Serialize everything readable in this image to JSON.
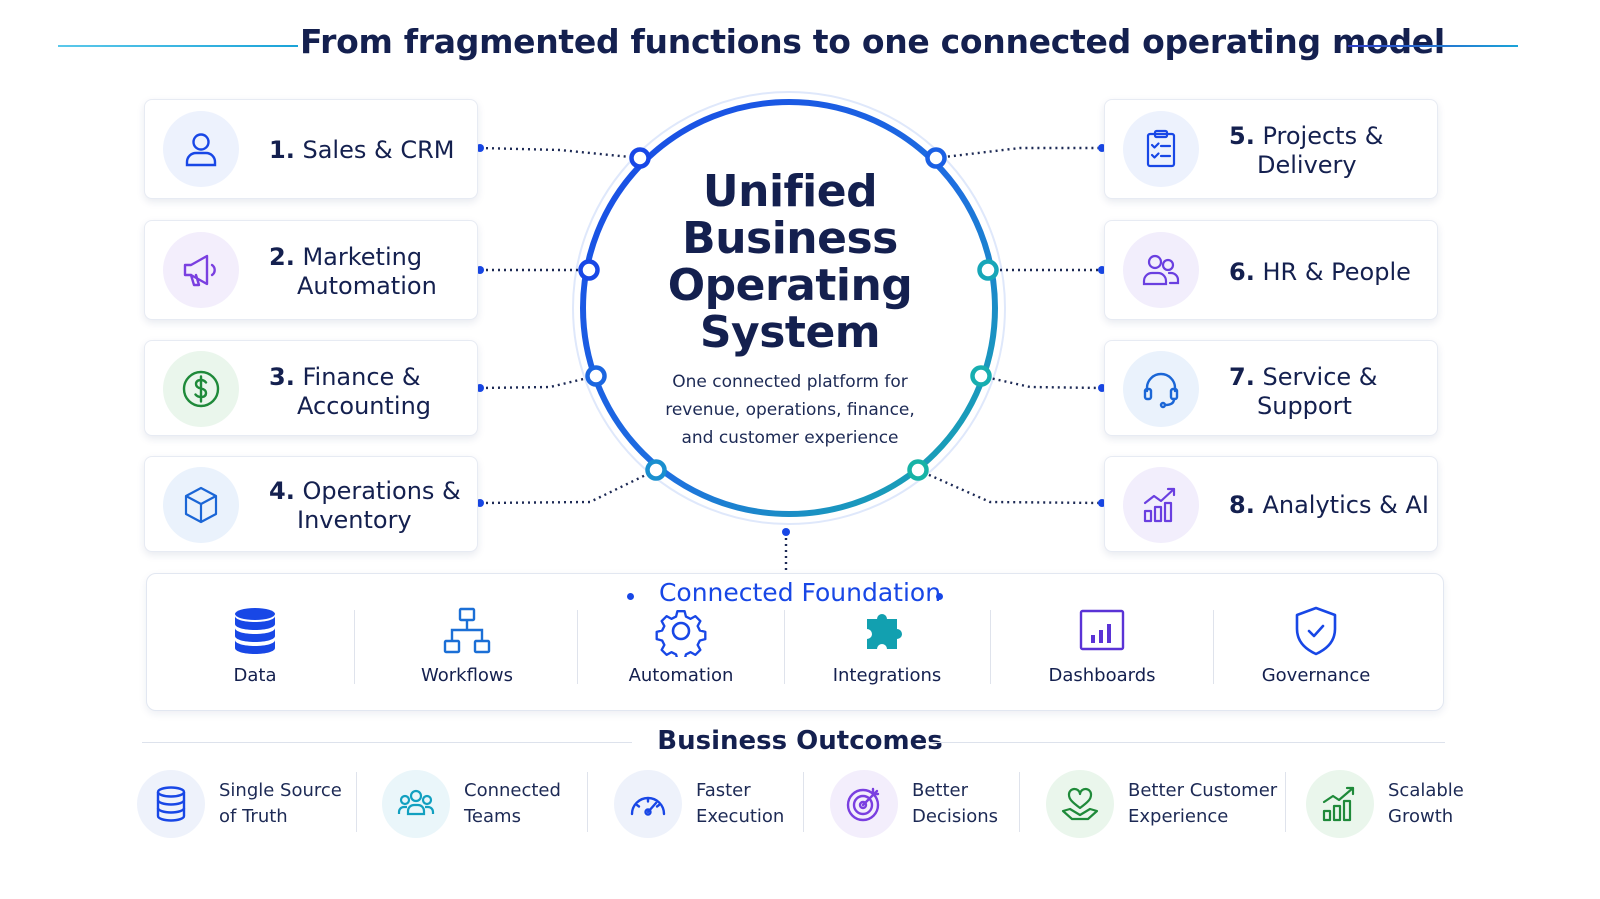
{
  "title": "From fragmented functions to one connected operating model",
  "center": {
    "title_lines": [
      "Unified",
      "Business",
      "Operating",
      "System"
    ],
    "subtitle_lines": [
      "One connected platform for",
      "revenue, operations, finance,",
      "and customer experience"
    ]
  },
  "modules": [
    {
      "num": "1.",
      "line1": "Sales & CRM",
      "line2": "",
      "icon": "user-icon",
      "color": "#1847e6",
      "bg": "#edf2fd"
    },
    {
      "num": "2.",
      "line1": "Marketing",
      "line2": "Automation",
      "icon": "megaphone-icon",
      "color": "#7a3fe0",
      "bg": "#f3eefc"
    },
    {
      "num": "3.",
      "line1": "Finance &",
      "line2": "Accounting",
      "icon": "dollar-icon",
      "color": "#1f8a3a",
      "bg": "#eaf6ec"
    },
    {
      "num": "4.",
      "line1": "Operations &",
      "line2": "Inventory",
      "icon": "box-icon",
      "color": "#1b66d6",
      "bg": "#eaf2fc"
    },
    {
      "num": "5.",
      "line1": "Projects &",
      "line2": "Delivery",
      "icon": "clipboard-icon",
      "color": "#1847e6",
      "bg": "#edf2fd"
    },
    {
      "num": "6.",
      "line1": "HR & People",
      "line2": "",
      "icon": "people-icon",
      "color": "#6a3fe0",
      "bg": "#f2eefc"
    },
    {
      "num": "7.",
      "line1": "Service &",
      "line2": "Support",
      "icon": "headset-icon",
      "color": "#1b66d6",
      "bg": "#eaf2fc"
    },
    {
      "num": "8.",
      "line1": "Analytics & AI",
      "line2": "",
      "icon": "bar-chart-icon",
      "color": "#6a3fe0",
      "bg": "#f2eefc"
    }
  ],
  "foundation": {
    "title": "Connected Foundation",
    "items": [
      {
        "label": "Data",
        "icon": "database-icon",
        "color": "#1847e6"
      },
      {
        "label": "Workflows",
        "icon": "workflow-icon",
        "color": "#1b6fd6"
      },
      {
        "label": "Automation",
        "icon": "gear-icon",
        "color": "#1847e6"
      },
      {
        "label": "Integrations",
        "icon": "puzzle-icon",
        "color": "#12a0b0"
      },
      {
        "label": "Dashboards",
        "icon": "dashboard-icon",
        "color": "#5a33d6"
      },
      {
        "label": "Governance",
        "icon": "shield-icon",
        "color": "#1847e6"
      }
    ]
  },
  "outcomes": {
    "title": "Business Outcomes",
    "items": [
      {
        "line1": "Single Source",
        "line2": "of Truth",
        "icon": "database-icon",
        "color": "#1847e6",
        "bg": "#eef2fb"
      },
      {
        "line1": "Connected",
        "line2": "Teams",
        "icon": "team-icon",
        "color": "#12a0c0",
        "bg": "#eaf6fa"
      },
      {
        "line1": "Faster",
        "line2": "Execution",
        "icon": "speedometer-icon",
        "color": "#1847e6",
        "bg": "#eef2fb"
      },
      {
        "line1": "Better",
        "line2": "Decisions",
        "icon": "target-icon",
        "color": "#7a3fe0",
        "bg": "#f3eefc"
      },
      {
        "line1": "Better Customer",
        "line2": "Experience",
        "icon": "heart-hand-icon",
        "color": "#1f8a3a",
        "bg": "#eaf6ec"
      },
      {
        "line1": "Scalable",
        "line2": "Growth",
        "icon": "growth-chart-icon",
        "color": "#1f8a3a",
        "bg": "#eaf6ec"
      }
    ]
  },
  "colors": {
    "navy": "#14204f",
    "ring_start": "#1847e6",
    "ring_end": "#17b3a6",
    "accent": "#1847e6"
  }
}
